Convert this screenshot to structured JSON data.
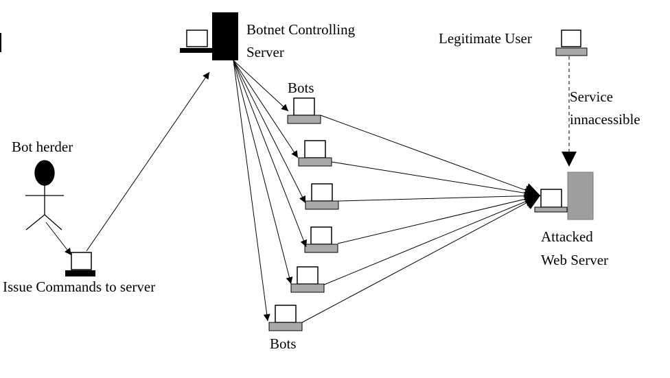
{
  "labels": {
    "controller": [
      "Botnet Controlling",
      "Server"
    ],
    "legit_user": "Legitimate User",
    "bots_top": "Bots",
    "bots_bottom": "Bots",
    "service": [
      "Service",
      "innacessible"
    ],
    "bot_herder": "Bot herder",
    "attacked": [
      "Attacked",
      "Web Server"
    ],
    "issue": "Issue Commands to server"
  },
  "colors": {
    "ink": "#000000",
    "device_gray": "#a9a9a9",
    "server_gray": "#9e9e9e",
    "background": "#ffffff"
  },
  "icons": {
    "herder": "stick-figure-icon",
    "herder_pc": "computer-icon",
    "controller": "server-tower-icon",
    "bot": "computer-icon",
    "user": "computer-icon",
    "target": "server-tower-icon"
  },
  "bot_count": 6
}
